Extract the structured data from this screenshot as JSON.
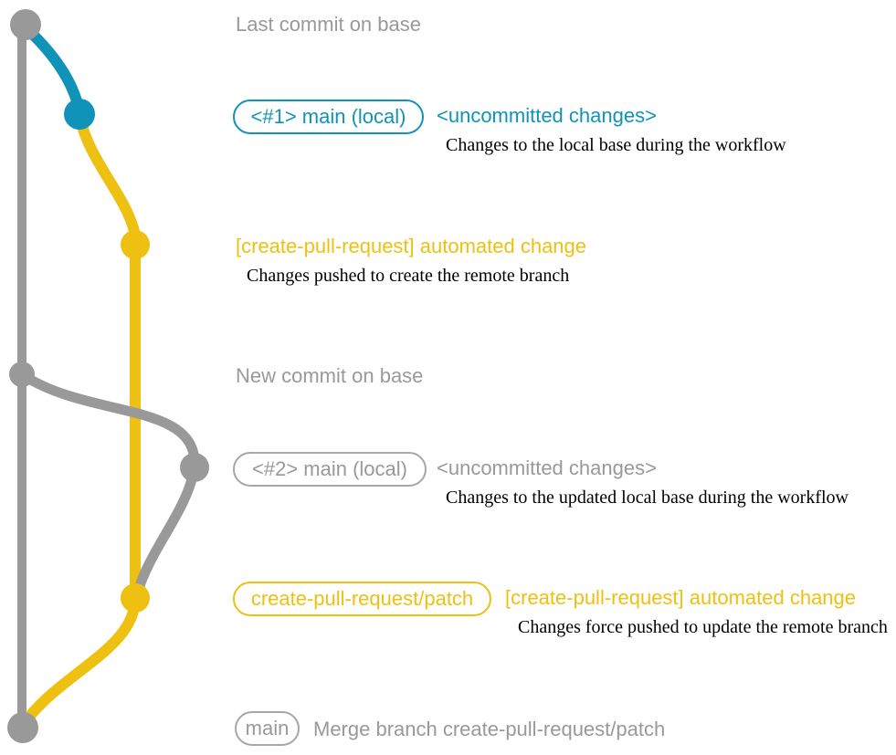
{
  "colors": {
    "gray": "#999999",
    "teal": "#1093b8",
    "yellow": "#eec011",
    "description_text": "#000000",
    "background": "#ffffff"
  },
  "graph": {
    "branches": [
      {
        "id": "base-branch",
        "color_key": "gray"
      },
      {
        "id": "local-uncommitted-branch",
        "color_key": "teal"
      },
      {
        "id": "create-pull-request-patch-branch",
        "color_key": "yellow"
      }
    ],
    "commit_nodes": [
      {
        "id": "last-commit-on-base",
        "color_key": "gray"
      },
      {
        "id": "uncommitted-changes-1",
        "color_key": "teal"
      },
      {
        "id": "automated-change-1",
        "color_key": "yellow"
      },
      {
        "id": "new-commit-on-base",
        "color_key": "gray"
      },
      {
        "id": "uncommitted-changes-2",
        "color_key": "gray"
      },
      {
        "id": "automated-change-2",
        "color_key": "yellow"
      },
      {
        "id": "merge-commit",
        "color_key": "gray"
      }
    ]
  },
  "annotations": {
    "row1": {
      "caption": "Last commit on base"
    },
    "row2": {
      "badge": "<#1> main (local)",
      "heading": "<uncommitted changes>",
      "description": "Changes to the local base during the workflow"
    },
    "row3": {
      "heading": "[create-pull-request] automated change",
      "description": "Changes pushed to create the remote branch"
    },
    "row4": {
      "caption": "New commit on base"
    },
    "row5": {
      "badge": "<#2> main (local)",
      "heading": "<uncommitted changes>",
      "description": "Changes to the updated local base during the workflow"
    },
    "row6": {
      "badge": "create-pull-request/patch",
      "heading": "[create-pull-request] automated change",
      "description": "Changes force pushed to update the remote branch"
    },
    "row7": {
      "badge": "main",
      "caption": "Merge branch create-pull-request/patch"
    }
  }
}
